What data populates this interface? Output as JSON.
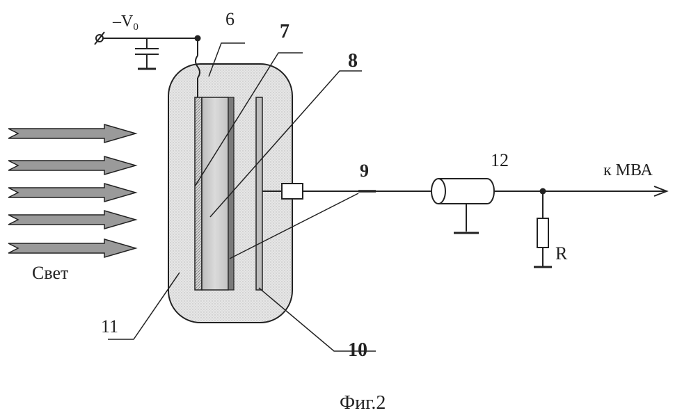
{
  "labels": {
    "voltage_prefix": "–V",
    "voltage_sub": "0",
    "n6": "6",
    "n7": "7",
    "n8": "8",
    "n9": "9",
    "n10": "10",
    "n11": "11",
    "n12": "12",
    "output": "к МВА",
    "resistor": "R",
    "light": "Свет",
    "caption": "Фиг.2"
  },
  "colors": {
    "line": "#222222",
    "housing_fill": "#e2e2e2",
    "arrow_fill": "#9a9a9a",
    "glass_fill": "#cfcfcf",
    "dark_layer": "#7a7a7a"
  },
  "icons": {
    "terminal": "terminal-symbol-icon",
    "capacitor": "capacitor-icon",
    "ground": "ground-icon",
    "coax": "coaxial-cable-icon",
    "resistor": "resistor-icon"
  }
}
